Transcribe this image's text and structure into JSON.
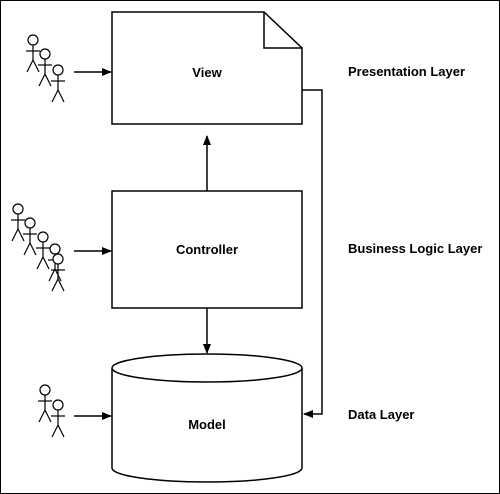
{
  "nodes": {
    "view": "View",
    "controller": "Controller",
    "model": "Model"
  },
  "layers": {
    "presentation": "Presentation Layer",
    "business": "Business Logic Layer",
    "data": "Data Layer"
  },
  "icons": {
    "actor": "stick-figure-icon",
    "document": "document-shape",
    "database": "cylinder-shape"
  },
  "colors": {
    "stroke": "#000000",
    "background": "#ffffff"
  }
}
